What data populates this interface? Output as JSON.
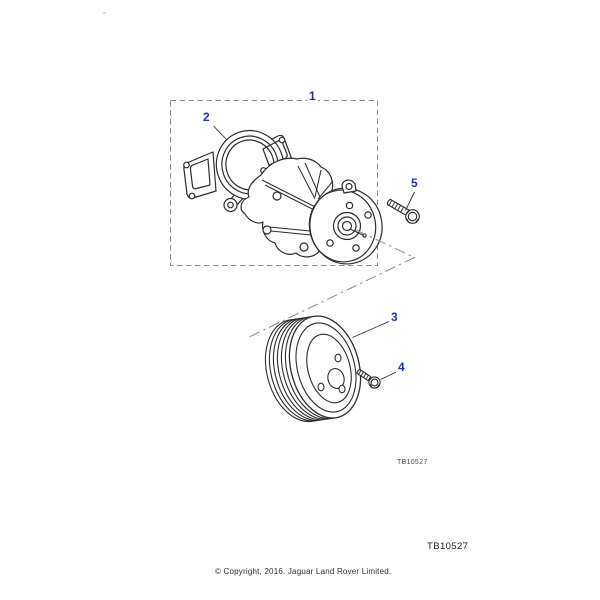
{
  "callouts": {
    "item1": "1",
    "item2": "2",
    "item3": "3",
    "item4": "4",
    "item5": "5"
  },
  "codes": {
    "small_reference": "TB10527",
    "large_reference": "TB10527"
  },
  "footer": {
    "copyright": "© Copyright, 2016. Jaguar Land Rover Limited."
  },
  "colors": {
    "callout_blue": "#2233bb",
    "drawing_line": "#2d2d2d",
    "construction_gray": "#8a8a8a"
  }
}
